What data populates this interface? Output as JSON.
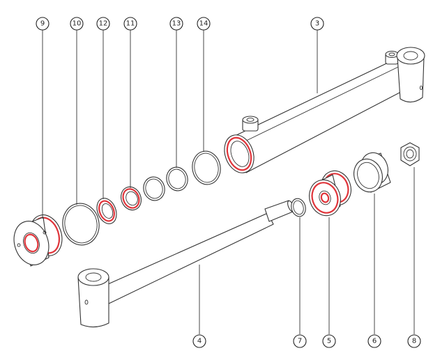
{
  "colors": {
    "line": "#333333",
    "seal": "#e0343a",
    "background": "#ffffff"
  },
  "callouts": {
    "c9": "9",
    "c10": "10",
    "c12": "12",
    "c11": "11",
    "c13": "13",
    "c14": "14",
    "c3": "3",
    "c4": "4",
    "c7": "7",
    "c5": "5",
    "c6": "6",
    "c8": "8"
  }
}
